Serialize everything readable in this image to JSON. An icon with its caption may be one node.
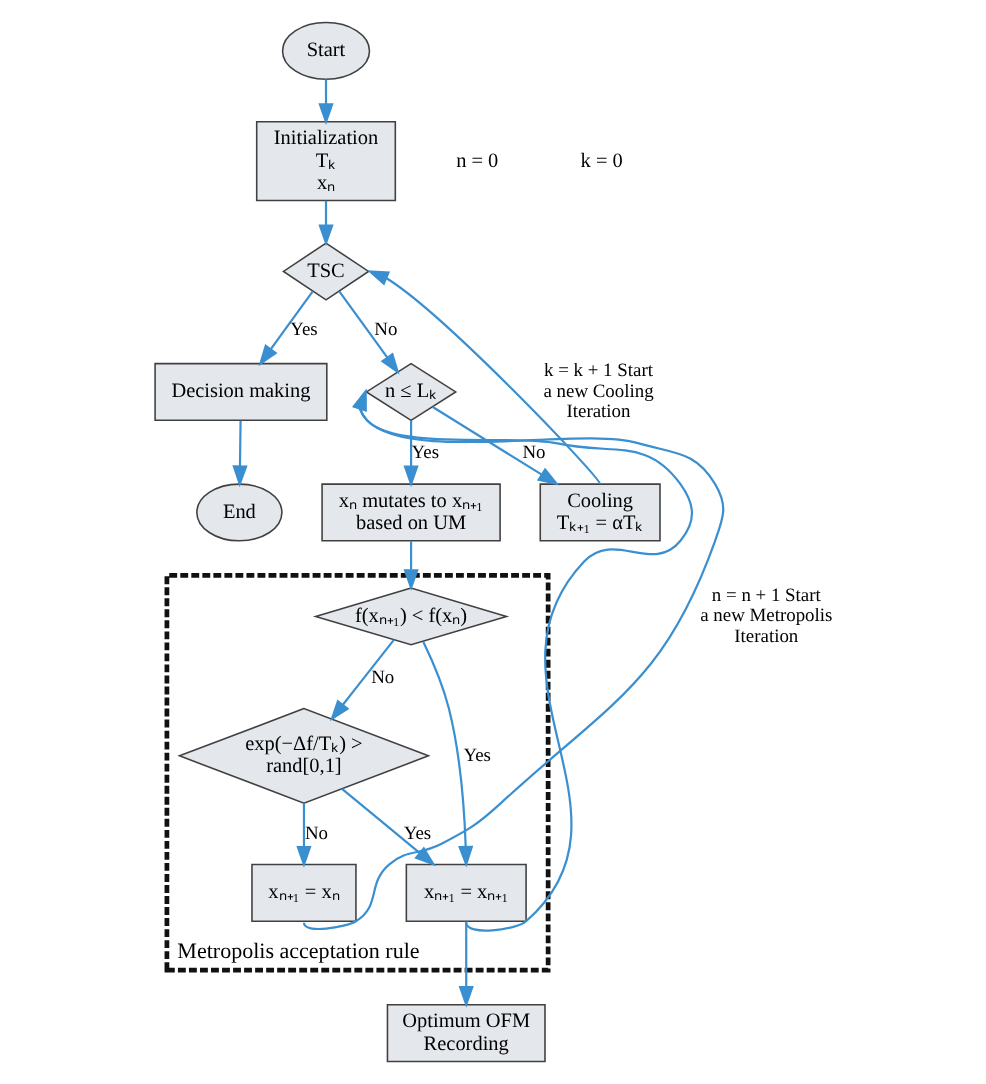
{
  "diagram": {
    "nodes": [
      {
        "text": [
          "Start"
        ]
      },
      {
        "text": [
          "Initialization",
          "Tₖ",
          "xₙ"
        ]
      },
      {
        "text": [
          "TSC"
        ]
      },
      {
        "text": [
          "Decision making"
        ]
      },
      {
        "text": [
          "End"
        ]
      },
      {
        "text": [
          "n ≤ Lₖ"
        ]
      },
      {
        "text": [
          "xₙ mutates to xₙ₊₁ based on UM"
        ]
      },
      {
        "text": [
          "Cooling",
          "Tₖ₊₁ = αTₖ"
        ]
      },
      {
        "text": [
          "Metropolis acceptation rule"
        ]
      },
      {
        "text": [
          "f(xₙ₊₁) < f(xₙ)"
        ],
        "in": 8
      },
      {
        "text": [
          "exp(−Δf/Tₖ) > rand[0,1]"
        ],
        "in": 8
      },
      {
        "text": [
          "xₙ₊₁ = xₙ₊₁"
        ],
        "in": 8
      },
      {
        "text": [
          "xₙ₊₁ = xₙ"
        ],
        "in": 8
      },
      {
        "text": [
          "Optimum OFM Recording"
        ]
      }
    ],
    "edges": [
      {
        "from": 0,
        "to": 1,
        "arrow": "to"
      },
      {
        "from": 1,
        "to": 2,
        "arrow": "to"
      },
      {
        "from": 2,
        "to": 3,
        "arrow": "to",
        "label": "Yes"
      },
      {
        "from": 3,
        "to": 4,
        "arrow": "to"
      },
      {
        "from": 2,
        "to": 5,
        "arrow": "to",
        "label": "No"
      },
      {
        "from": 5,
        "to": 6,
        "arrow": "to",
        "label": "Yes"
      },
      {
        "from": 5,
        "to": 7,
        "arrow": "to",
        "label": "No"
      },
      {
        "from": 7,
        "to": 2,
        "arrow": "to",
        "label": "k = k + 1 Start a new Cooling Iteration"
      },
      {
        "from": 6,
        "to": 9,
        "arrow": "to"
      },
      {
        "from": 9,
        "to": 10,
        "arrow": "to",
        "label": "No"
      },
      {
        "from": 9,
        "to": 11,
        "arrow": "to",
        "label": "Yes"
      },
      {
        "from": 10,
        "to": 11,
        "arrow": "to",
        "label": "Yes"
      },
      {
        "from": 10,
        "to": 12,
        "arrow": "to",
        "label": "No"
      },
      {
        "from": 11,
        "to": 13,
        "arrow": "to"
      },
      {
        "from": 12,
        "to": 5,
        "arrow": "to",
        "label": "n = n + 1 Start a new Metropolis Iteration"
      },
      {
        "from": 11,
        "to": 5,
        "arrow": "to"
      }
    ],
    "labels": [
      "n = 0",
      "k = 0"
    ]
  }
}
